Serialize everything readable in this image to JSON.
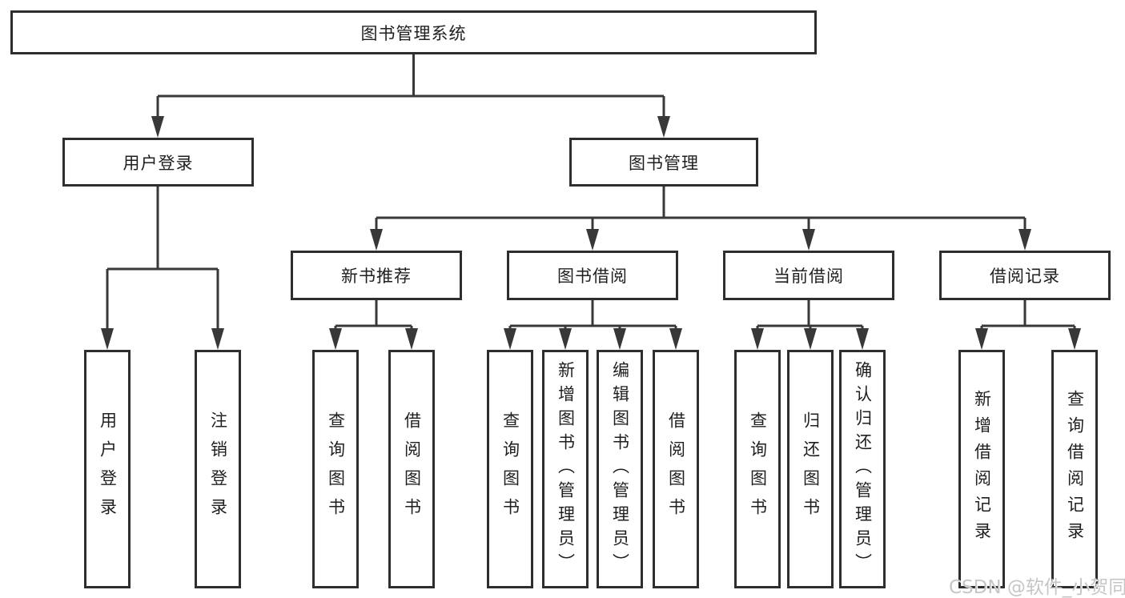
{
  "page": {
    "background": "#ffffff",
    "line_color": "#383838",
    "box_border_color": "#2e2e2e",
    "text_color": "#1f1f1f",
    "watermark": {
      "text": "CSDN @软件_小贺同学",
      "color": "#c6c6c6"
    }
  },
  "tree": {
    "root": {
      "label": "图书管理系统"
    },
    "branches": [
      {
        "label": "用户登录",
        "children": [
          {
            "label": "用户登录"
          },
          {
            "label": "注销登录"
          }
        ]
      },
      {
        "label": "图书管理",
        "sections": [
          {
            "label": "新书推荐",
            "children": [
              {
                "label": "查询图书"
              },
              {
                "label": "借阅图书"
              }
            ]
          },
          {
            "label": "图书借阅",
            "children": [
              {
                "label": "查询图书"
              },
              {
                "label": "新增图书（管理员）"
              },
              {
                "label": "编辑图书（管理员）"
              },
              {
                "label": "借阅图书"
              }
            ]
          },
          {
            "label": "当前借阅",
            "children": [
              {
                "label": "查询图书"
              },
              {
                "label": "归还图书"
              },
              {
                "label": "确认归还（管理员）"
              }
            ]
          },
          {
            "label": "借阅记录",
            "children": [
              {
                "label": "新增借阅记录"
              },
              {
                "label": "查询借阅记录"
              }
            ]
          }
        ]
      }
    ]
  }
}
